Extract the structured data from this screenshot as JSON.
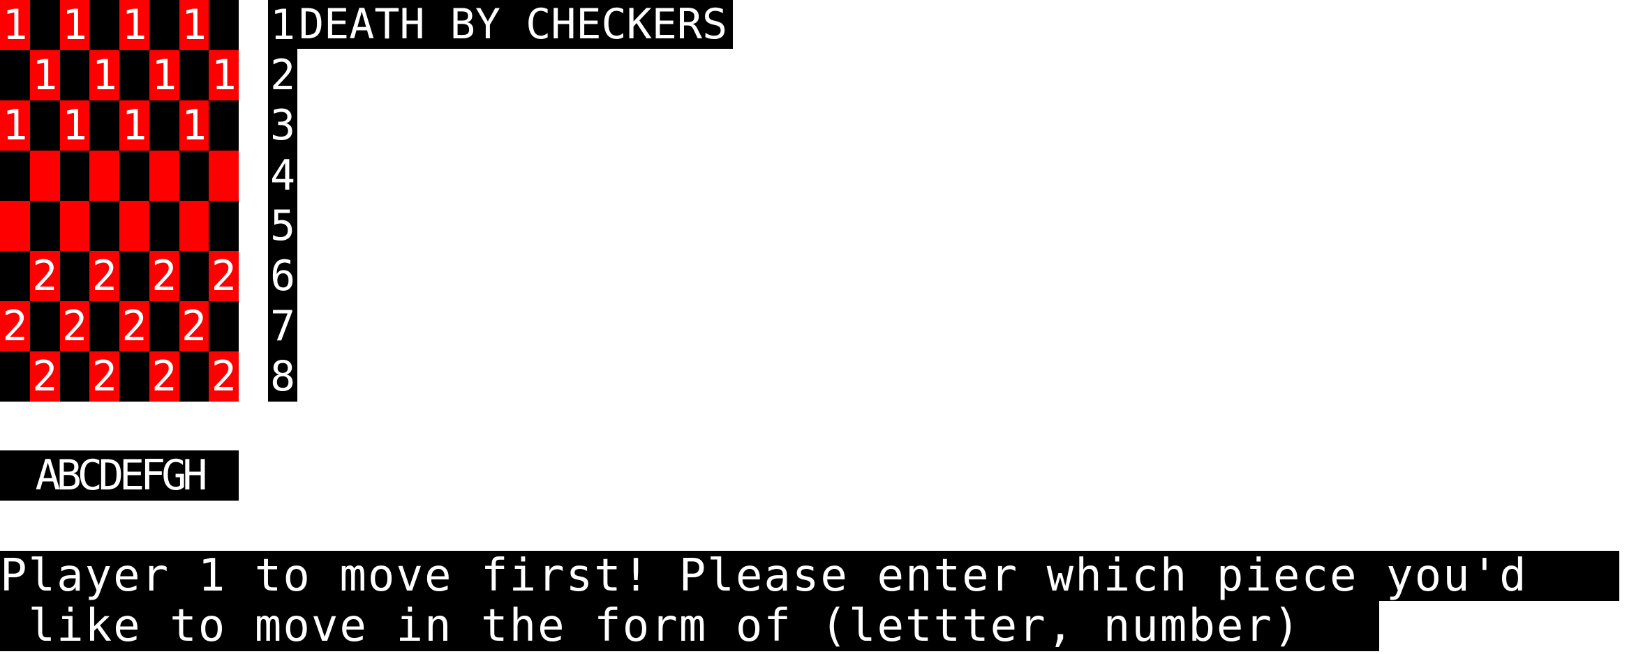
{
  "title": "DEATH BY CHECKERS",
  "colors": {
    "red_square": "#FF0000",
    "black_square": "#000000",
    "piece_text": "#FFFFFF",
    "background": "#FFFFFF"
  },
  "board": {
    "rows": [
      [
        "1",
        "",
        "1",
        "",
        "1",
        "",
        "1",
        ""
      ],
      [
        "",
        "1",
        "",
        "1",
        "",
        "1",
        "",
        "1"
      ],
      [
        "1",
        "",
        "1",
        "",
        "1",
        "",
        "1",
        ""
      ],
      [
        "",
        "",
        "",
        "",
        "",
        "",
        "",
        ""
      ],
      [
        "",
        "",
        "",
        "",
        "",
        "",
        "",
        ""
      ],
      [
        "",
        "2",
        "",
        "2",
        "",
        "2",
        "",
        "2"
      ],
      [
        "2",
        "",
        "2",
        "",
        "2",
        "",
        "2",
        ""
      ],
      [
        "",
        "2",
        "",
        "2",
        "",
        "2",
        "",
        "2"
      ]
    ],
    "column_labels": "ABCDEFGH",
    "row_labels": [
      "1",
      "2",
      "3",
      "4",
      "5",
      "6",
      "7",
      "8"
    ]
  },
  "prompt": {
    "line1": "Player 1 to move first! Please enter which piece you'd",
    "line2": " like to move in the form of (lettter, number)"
  }
}
